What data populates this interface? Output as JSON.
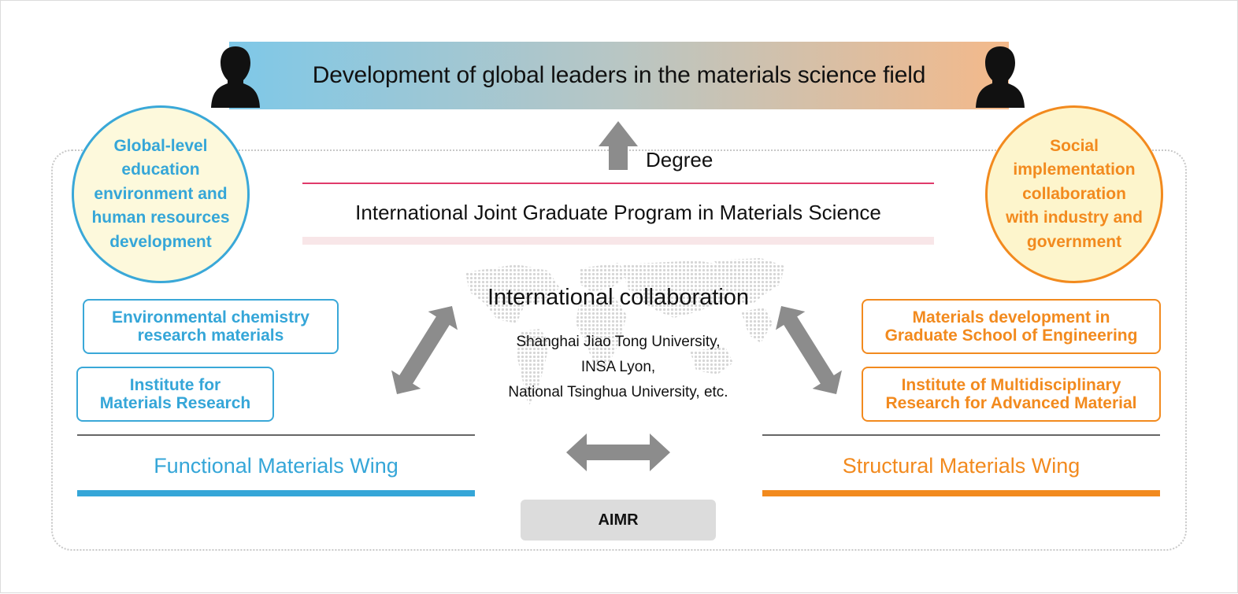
{
  "banner": {
    "title": "Development of global leaders in the materials science field"
  },
  "left_circle": {
    "lines": [
      "Global-level",
      "education",
      "environment and",
      "human resources",
      "development"
    ]
  },
  "right_circle": {
    "lines": [
      "Social",
      "implementation",
      "collaboration",
      "with industry and",
      "government"
    ]
  },
  "degree": {
    "label": "Degree"
  },
  "program": {
    "title": "International Joint Graduate Program in Materials Science"
  },
  "collaboration": {
    "title": "International collaboration",
    "universities": [
      "Shanghai Jiao Tong University,",
      "INSA Lyon,",
      "National Tsinghua University, etc."
    ]
  },
  "functional_wing": {
    "label": "Functional Materials Wing",
    "boxes": [
      {
        "lines": [
          "Environmental chemistry",
          "research materials"
        ]
      },
      {
        "lines": [
          "Institute for",
          "Materials Research"
        ]
      }
    ]
  },
  "structural_wing": {
    "label": "Structural Materials Wing",
    "boxes": [
      {
        "lines": [
          "Materials development in",
          "Graduate School of Engineering"
        ]
      },
      {
        "lines": [
          "Institute of Multidisciplinary",
          "Research for Advanced Material"
        ]
      }
    ]
  },
  "aimr": {
    "label": "AIMR"
  },
  "colors": {
    "functional_blue": "#35a6d8",
    "structural_orange": "#f28a1e",
    "arrow_gray": "#8c8c8c",
    "program_line_pink": "#e03a6a"
  },
  "icons": [
    "person-silhouette-icon",
    "up-arrow-icon",
    "double-arrow-icon",
    "world-map-icon"
  ]
}
